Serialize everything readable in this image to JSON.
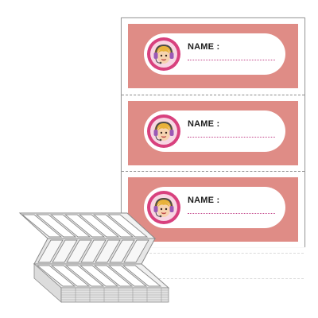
{
  "labels": [
    {
      "name_label": "NAME :"
    },
    {
      "name_label": "NAME :"
    },
    {
      "name_label": "NAME :"
    }
  ],
  "colors": {
    "label_background": "#df8c86",
    "avatar_ring": "#d8417e",
    "dotted_line": "#c2448a",
    "sheet_border": "#9a9a9a"
  },
  "icons": {
    "avatar": "girl-with-headphones-icon"
  }
}
